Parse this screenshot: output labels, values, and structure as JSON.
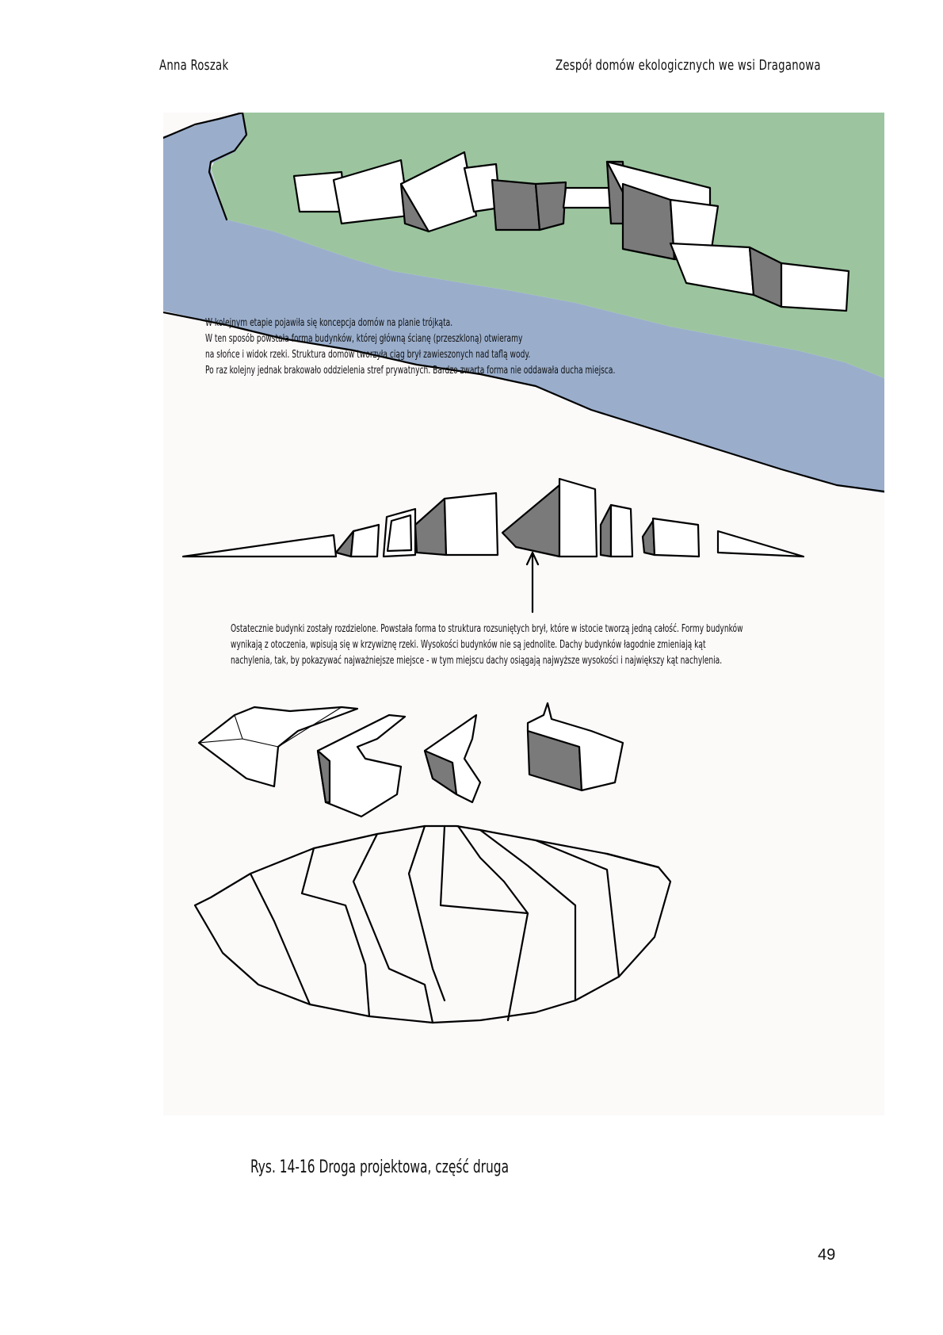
{
  "header": {
    "author": "Anna Roszak",
    "title": "Zespół domów ekologicznych we wsi Draganowa"
  },
  "figure": {
    "note_top": [
      "W kolejnym etapie pojawiła się koncepcja domów na planie trójkąta.",
      "W ten sposób powstała forma budynków, której główną ścianę (przeszkloną) otwieramy",
      "na słońce i widok rzeki. Struktura domów tworzyła ciąg brył zawieszonych nad taflą wody.",
      "Po raz kolejny jednak brakowało oddzielenia stref prywatnych. Bardzo zwarta forma nie oddawała ducha miejsca."
    ],
    "note_middle": [
      "Ostatecznie budynki zostały rozdzielone. Powstała forma to struktura rozsuniętych brył, które w istocie tworzą jedną całość. Formy budynków",
      "wynikają z otoczenia, wpisują się w krzywiznę rzeki. Wysokości budynków nie są jednolite. Dachy budynków łagodnie zmieniają kąt",
      "nachylenia, tak, by pokazywać najważniejsze miejsce  - w tym miejscu dachy osiągają najwyższe wysokości i największy kąt nachylenia."
    ],
    "colors": {
      "land": "#9cc59f",
      "river": "#9aaecc",
      "paper": "#fcf9f9",
      "shade": "#7a7a7a"
    }
  },
  "caption": "Rys. 14-16 Droga projektowa, część druga",
  "page_number": "49"
}
